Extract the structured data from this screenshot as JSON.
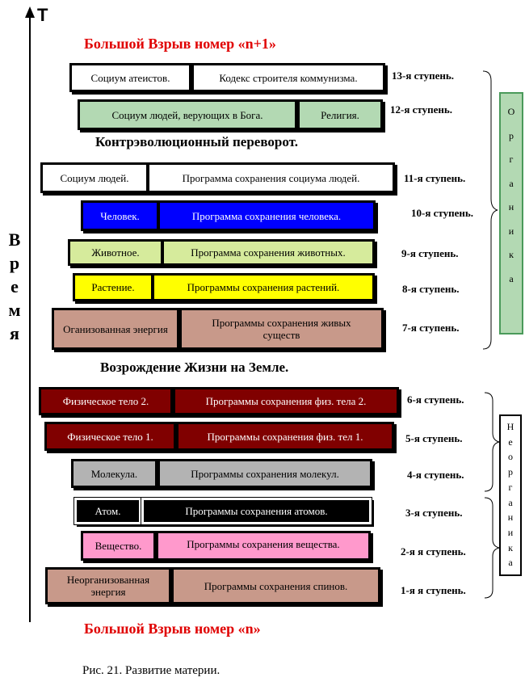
{
  "axis": {
    "label": "T",
    "vertical_label": [
      "В",
      "р",
      "е",
      "м",
      "я"
    ]
  },
  "headings": {
    "big_bang_top": "Большой Взрыв номер «n+1»",
    "counter_revolution": "Контрэволюционный  переворот.",
    "revival": "Возрождение Жизни на Земле.",
    "big_bang_bottom": "Большой Взрыв номер «n»"
  },
  "steps": [
    {
      "left": "Социум атеистов.",
      "right": "Кодекс строителя коммунизма.",
      "label": "13-я ступень.",
      "color": "#ffffff"
    },
    {
      "left": "Социум людей,  верующих в Бога.",
      "right": "Религия.",
      "label": "12-я ступень.",
      "color": "#b3d9b3"
    },
    {
      "left": "Социум людей.",
      "right": "Программа сохранения социума людей.",
      "label": "11-я ступень.",
      "color": "#ffffff"
    },
    {
      "left": "Человек.",
      "right": "Программа сохранения человека.",
      "label": "10-я ступень.",
      "color": "#0000ff"
    },
    {
      "left": "Животное.",
      "right": "Программа сохранения животных.",
      "label": "9-я ступень.",
      "color": "#d6eb9c"
    },
    {
      "left": "Растение.",
      "right": "Программы сохранения растений.",
      "label": "8-я ступень.",
      "color": "#ffff00"
    },
    {
      "left": "Оганизованная энергия",
      "right": "Программы сохранения живых существ",
      "label": "7-я ступень.",
      "color": "#c8998a"
    },
    {
      "left": "Физическое тело 2.",
      "right": "Программы сохранения физ. тела 2.",
      "label": "6-я ступень.",
      "color": "#800000"
    },
    {
      "left": "Физическое тело 1.",
      "right": "Программы сохранения физ. тел 1.",
      "label": "5-я ступень.",
      "color": "#800000"
    },
    {
      "left": "Молекула.",
      "right": "Программы сохранения  молекул.",
      "label": "4-я ступень.",
      "color": "#b3b3b3"
    },
    {
      "left": "Атом.",
      "right": "Программы сохранения атомов.",
      "label": "3-я ступень.",
      "color": "#000000"
    },
    {
      "left": "Вещество.",
      "right": "Программы сохранения вещества.",
      "label": "2-я я ступень.",
      "color": "#ff99cc"
    },
    {
      "left": "Неорганизованная энергия",
      "right": "Программы сохранения спинов.",
      "label": "1-я я ступень.",
      "color": "#c8998a"
    }
  ],
  "groups": {
    "organic": {
      "letters": [
        "О",
        "р",
        "г",
        "а",
        "н",
        "и",
        "к",
        "а"
      ],
      "color": "#b3d9b3"
    },
    "inorganic": {
      "letters": [
        "Н",
        "е",
        "о",
        "р",
        "г",
        "а",
        "н",
        "и",
        "к",
        "а"
      ],
      "color": "#ffffff"
    }
  },
  "caption": "Рис. 21. Развитие материи."
}
